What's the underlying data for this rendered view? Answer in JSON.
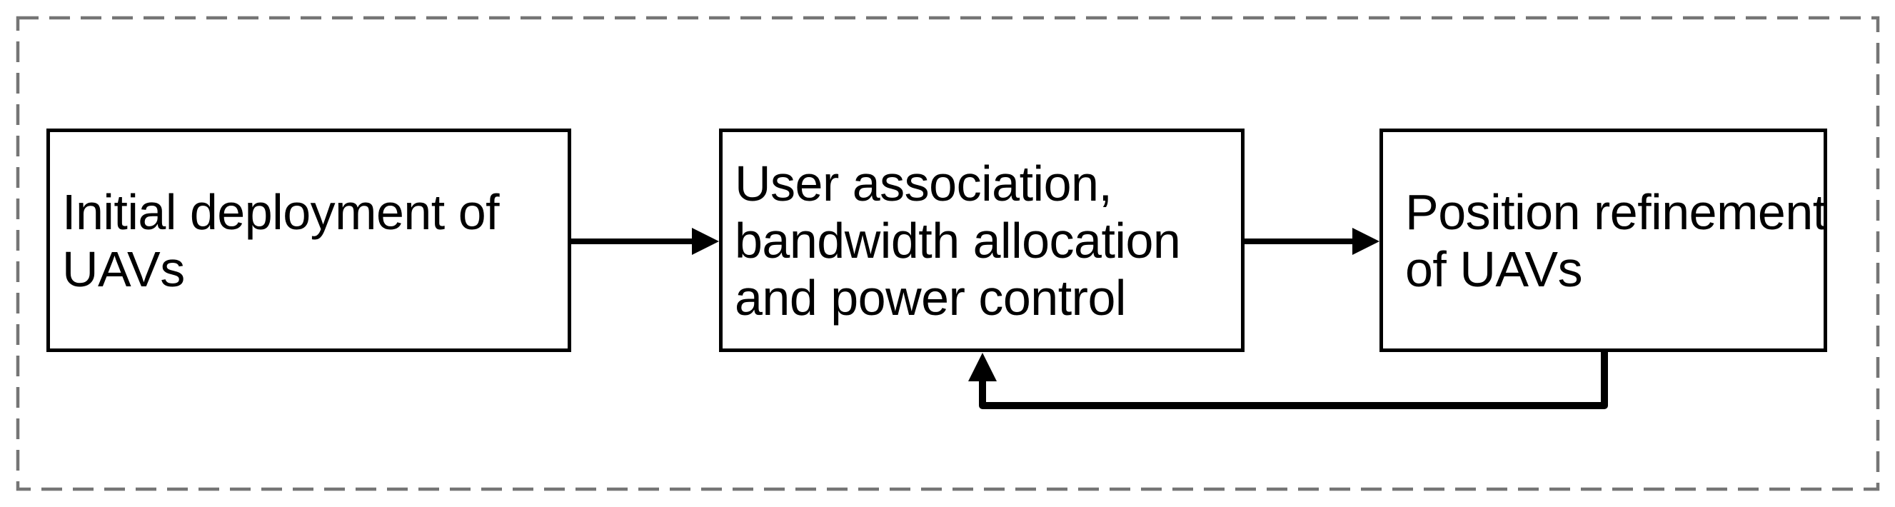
{
  "flowchart": {
    "boxes": [
      {
        "name": "initial-deployment",
        "text": "Initial deployment of\nUAVs"
      },
      {
        "name": "resource-allocation",
        "text": "User association,\nbandwidth allocation\nand power control"
      },
      {
        "name": "position-refinement",
        "text": "Position refinement\nof UAVs"
      }
    ],
    "arrows": [
      {
        "name": "arrow-initial-to-allocation",
        "from": "initial-deployment",
        "to": "resource-allocation",
        "style": "straight-right"
      },
      {
        "name": "arrow-allocation-to-refinement",
        "from": "resource-allocation",
        "to": "position-refinement",
        "style": "straight-right"
      },
      {
        "name": "arrow-refinement-feedback",
        "from": "position-refinement",
        "to": "resource-allocation",
        "style": "feedback-loop-bottom"
      }
    ],
    "colors": {
      "background": "#ffffff",
      "box_border": "#000000",
      "text": "#000000",
      "arrow": "#000000",
      "frame_border": "#757575"
    }
  }
}
